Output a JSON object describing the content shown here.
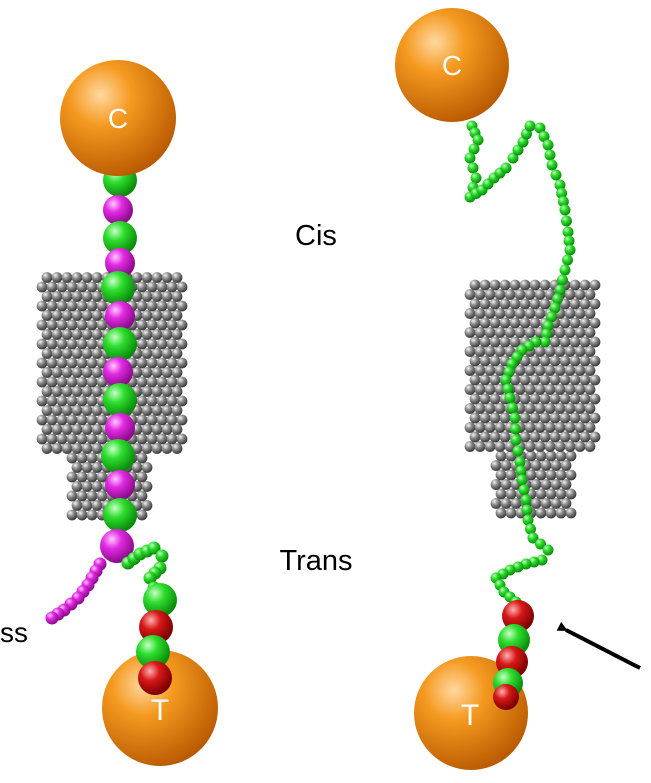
{
  "labels": {
    "cis": "Cis",
    "trans": "Trans",
    "ss": "ss",
    "cap_left_top": "C",
    "cap_left_bottom": "T",
    "cap_right_top": "C",
    "cap_right_bottom": "T"
  },
  "colors": {
    "background": "#ffffff",
    "cap_orange": "#f08a10",
    "bead_green": "#2ad62a",
    "bead_magenta": "#e020e0",
    "bead_red": "#d01010",
    "pore_gray": "#7a7a7a",
    "arrow": "#000000"
  }
}
